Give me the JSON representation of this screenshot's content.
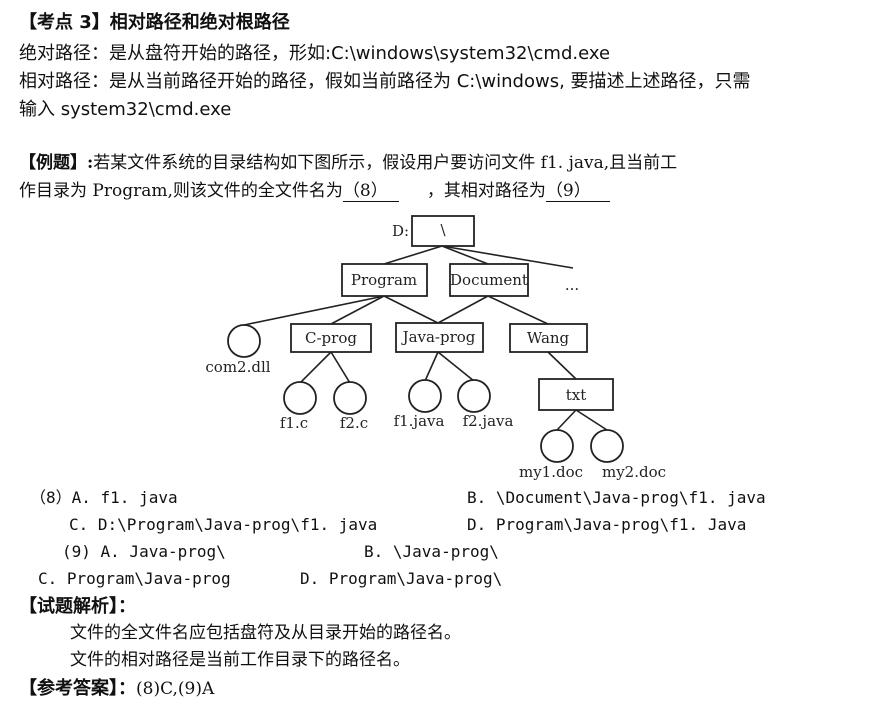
{
  "section": {
    "heading": "【考点 3】相对路径和绝对根路径",
    "absolute_def": "绝对路径：是从盘符开始的路径，形如:C:\\windows\\system32\\cmd.exe",
    "relative_def_line1": "相对路径：是从当前路径开始的路径，假如当前路径为 C:\\windows, 要描述上述路径，只需",
    "relative_def_line2": "输入 system32\\cmd.exe"
  },
  "example": {
    "label": "【例题】:",
    "line1_text": "若某文件系统的目录结构如下图所示，假设用户要访问文件 f1. java,且当前工",
    "line2_prefix": "作目录为 Program,则该文件的全文件名为",
    "blank8": "（8）",
    "line2_middle": "，其相对路径为",
    "blank9": "（9）"
  },
  "tree": {
    "drive": "D:",
    "root": "\\",
    "program": "Program",
    "document": "Document",
    "more": "...",
    "com2": "com2.dll",
    "cprog": "C-prog",
    "javaprog": "Java-prog",
    "wang": "Wang",
    "f1c": "f1.c",
    "f2c": "f2.c",
    "f1java": "f1.java",
    "f2java": "f2.java",
    "txt": "txt",
    "my1": "my1.doc",
    "my2": "my2.doc"
  },
  "options": {
    "q8_a": "（8）A. f1. java",
    "q8_b": "B. \\Document\\Java-prog\\f1. java",
    "q8_c": "C. D:\\Program\\Java-prog\\f1. java",
    "q8_d": "D. Program\\Java-prog\\f1. Java",
    "q9_a": "(9) A. Java-prog\\",
    "q9_b": "B. \\Java-prog\\",
    "q9_c": "C. Program\\Java-prog",
    "q9_d": "D. Program\\Java-prog\\"
  },
  "analysis": {
    "label": "【试题解析】：",
    "line1": "文件的全文件名应包括盘符及从目录开始的路径名。",
    "line2": "文件的相对路径是当前工作目录下的路径名。"
  },
  "answer": {
    "label": "【参考答案】：",
    "value": "(8)C,(9)A"
  }
}
